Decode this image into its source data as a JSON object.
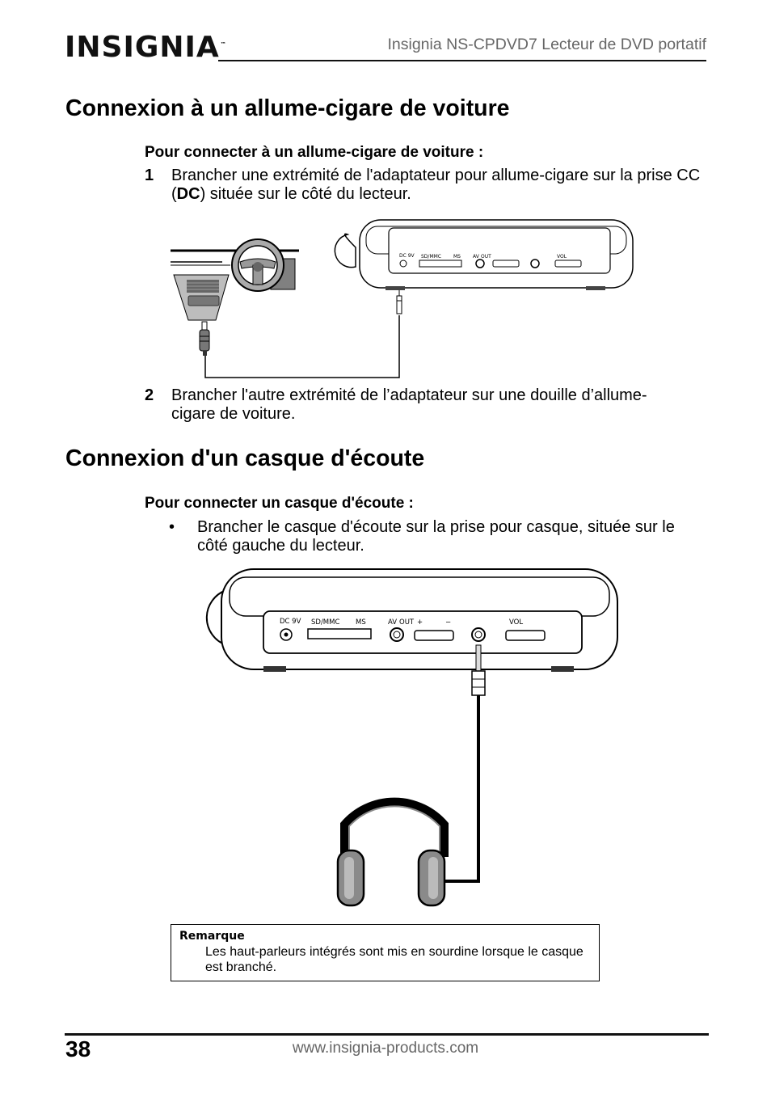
{
  "header": {
    "brand": "INSIGNIA",
    "trademark": "™",
    "title": "Insignia NS-CPDVD7 Lecteur de DVD portatif"
  },
  "section1": {
    "heading": "Connexion à un allume-cigare de voiture",
    "subheading": "Pour connecter à un allume-cigare de voiture :",
    "step1": {
      "number": "1",
      "text_before": "Brancher une extrémité de l'adaptateur pour allume-cigare sur la prise CC (",
      "text_bold": "DC",
      "text_after": ") située sur le côté du lecteur."
    },
    "step2": {
      "number": "2",
      "text": "Brancher l'autre extrémité de l’adaptateur sur une douille d’allume-cigare de voiture."
    }
  },
  "section2": {
    "heading": "Connexion d'un casque d'écoute",
    "subheading": "Pour connecter un casque d'écoute :",
    "bullet_symbol": "•",
    "bullet_text": "Brancher le casque d'écoute sur la prise pour casque, située sur le côté gauche du lecteur."
  },
  "player_panel": {
    "dc_label": "DC 9V",
    "card_label": "SD/MMC",
    "ms_label": "MS",
    "av_label": "AV",
    "out_label": "OUT",
    "plus_label": "+",
    "minus_label": "−",
    "vol_label": "VOL"
  },
  "note": {
    "title": "Remarque",
    "text": "Les haut-parleurs intégrés sont mis en sourdine lorsque le casque est branché."
  },
  "footer": {
    "page_number": "38",
    "url": "www.insignia-products.com"
  }
}
